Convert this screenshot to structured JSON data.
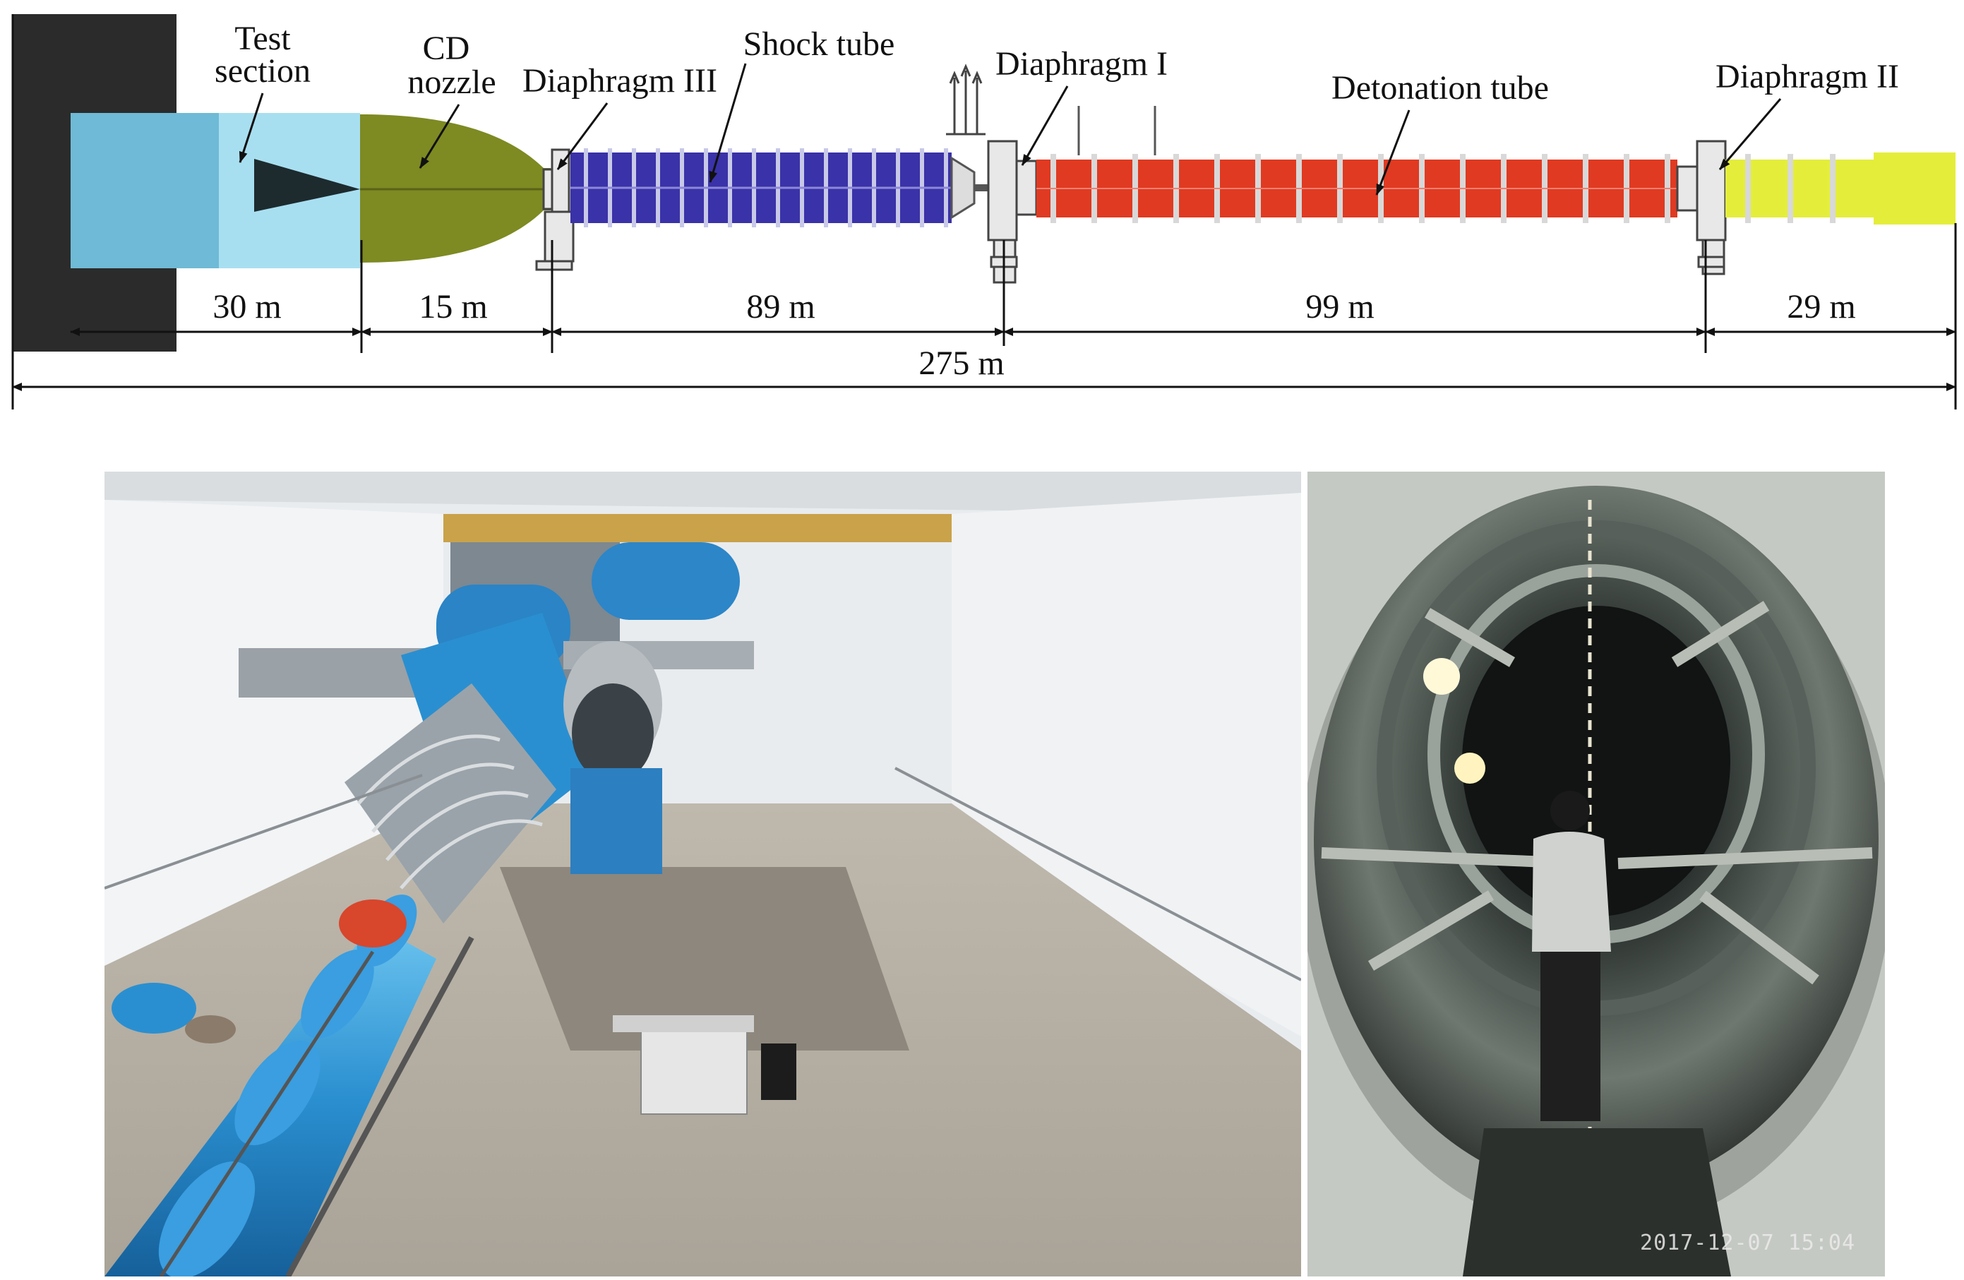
{
  "labels": {
    "test_section": [
      "Test",
      "section"
    ],
    "cd_nozzle": [
      "CD",
      "nozzle"
    ],
    "diaphragm_iii": "Diaphragm III",
    "shock_tube": "Shock tube",
    "diaphragm_i": "Diaphragm I",
    "detonation_tube": "Detonation tube",
    "diaphragm_ii": "Diaphragm II"
  },
  "dimensions": {
    "test_section_length": "30 m",
    "nozzle_length": "15 m",
    "shock_tube_length": "89 m",
    "detonation_tube_length": "99 m",
    "driver_length": "29 m",
    "total_length": "275 m"
  },
  "colors": {
    "test_section_outer": "#6fbad6",
    "test_section_inner": "#a8dff0",
    "nozzle": "#7e8a22",
    "shock_tube": "#3a32a8",
    "detonation_tube": "#e03a22",
    "driver": "#e4ee3a",
    "wall": "#2b2b2b"
  },
  "photo_timestamp": "2017-12-07 15:04"
}
